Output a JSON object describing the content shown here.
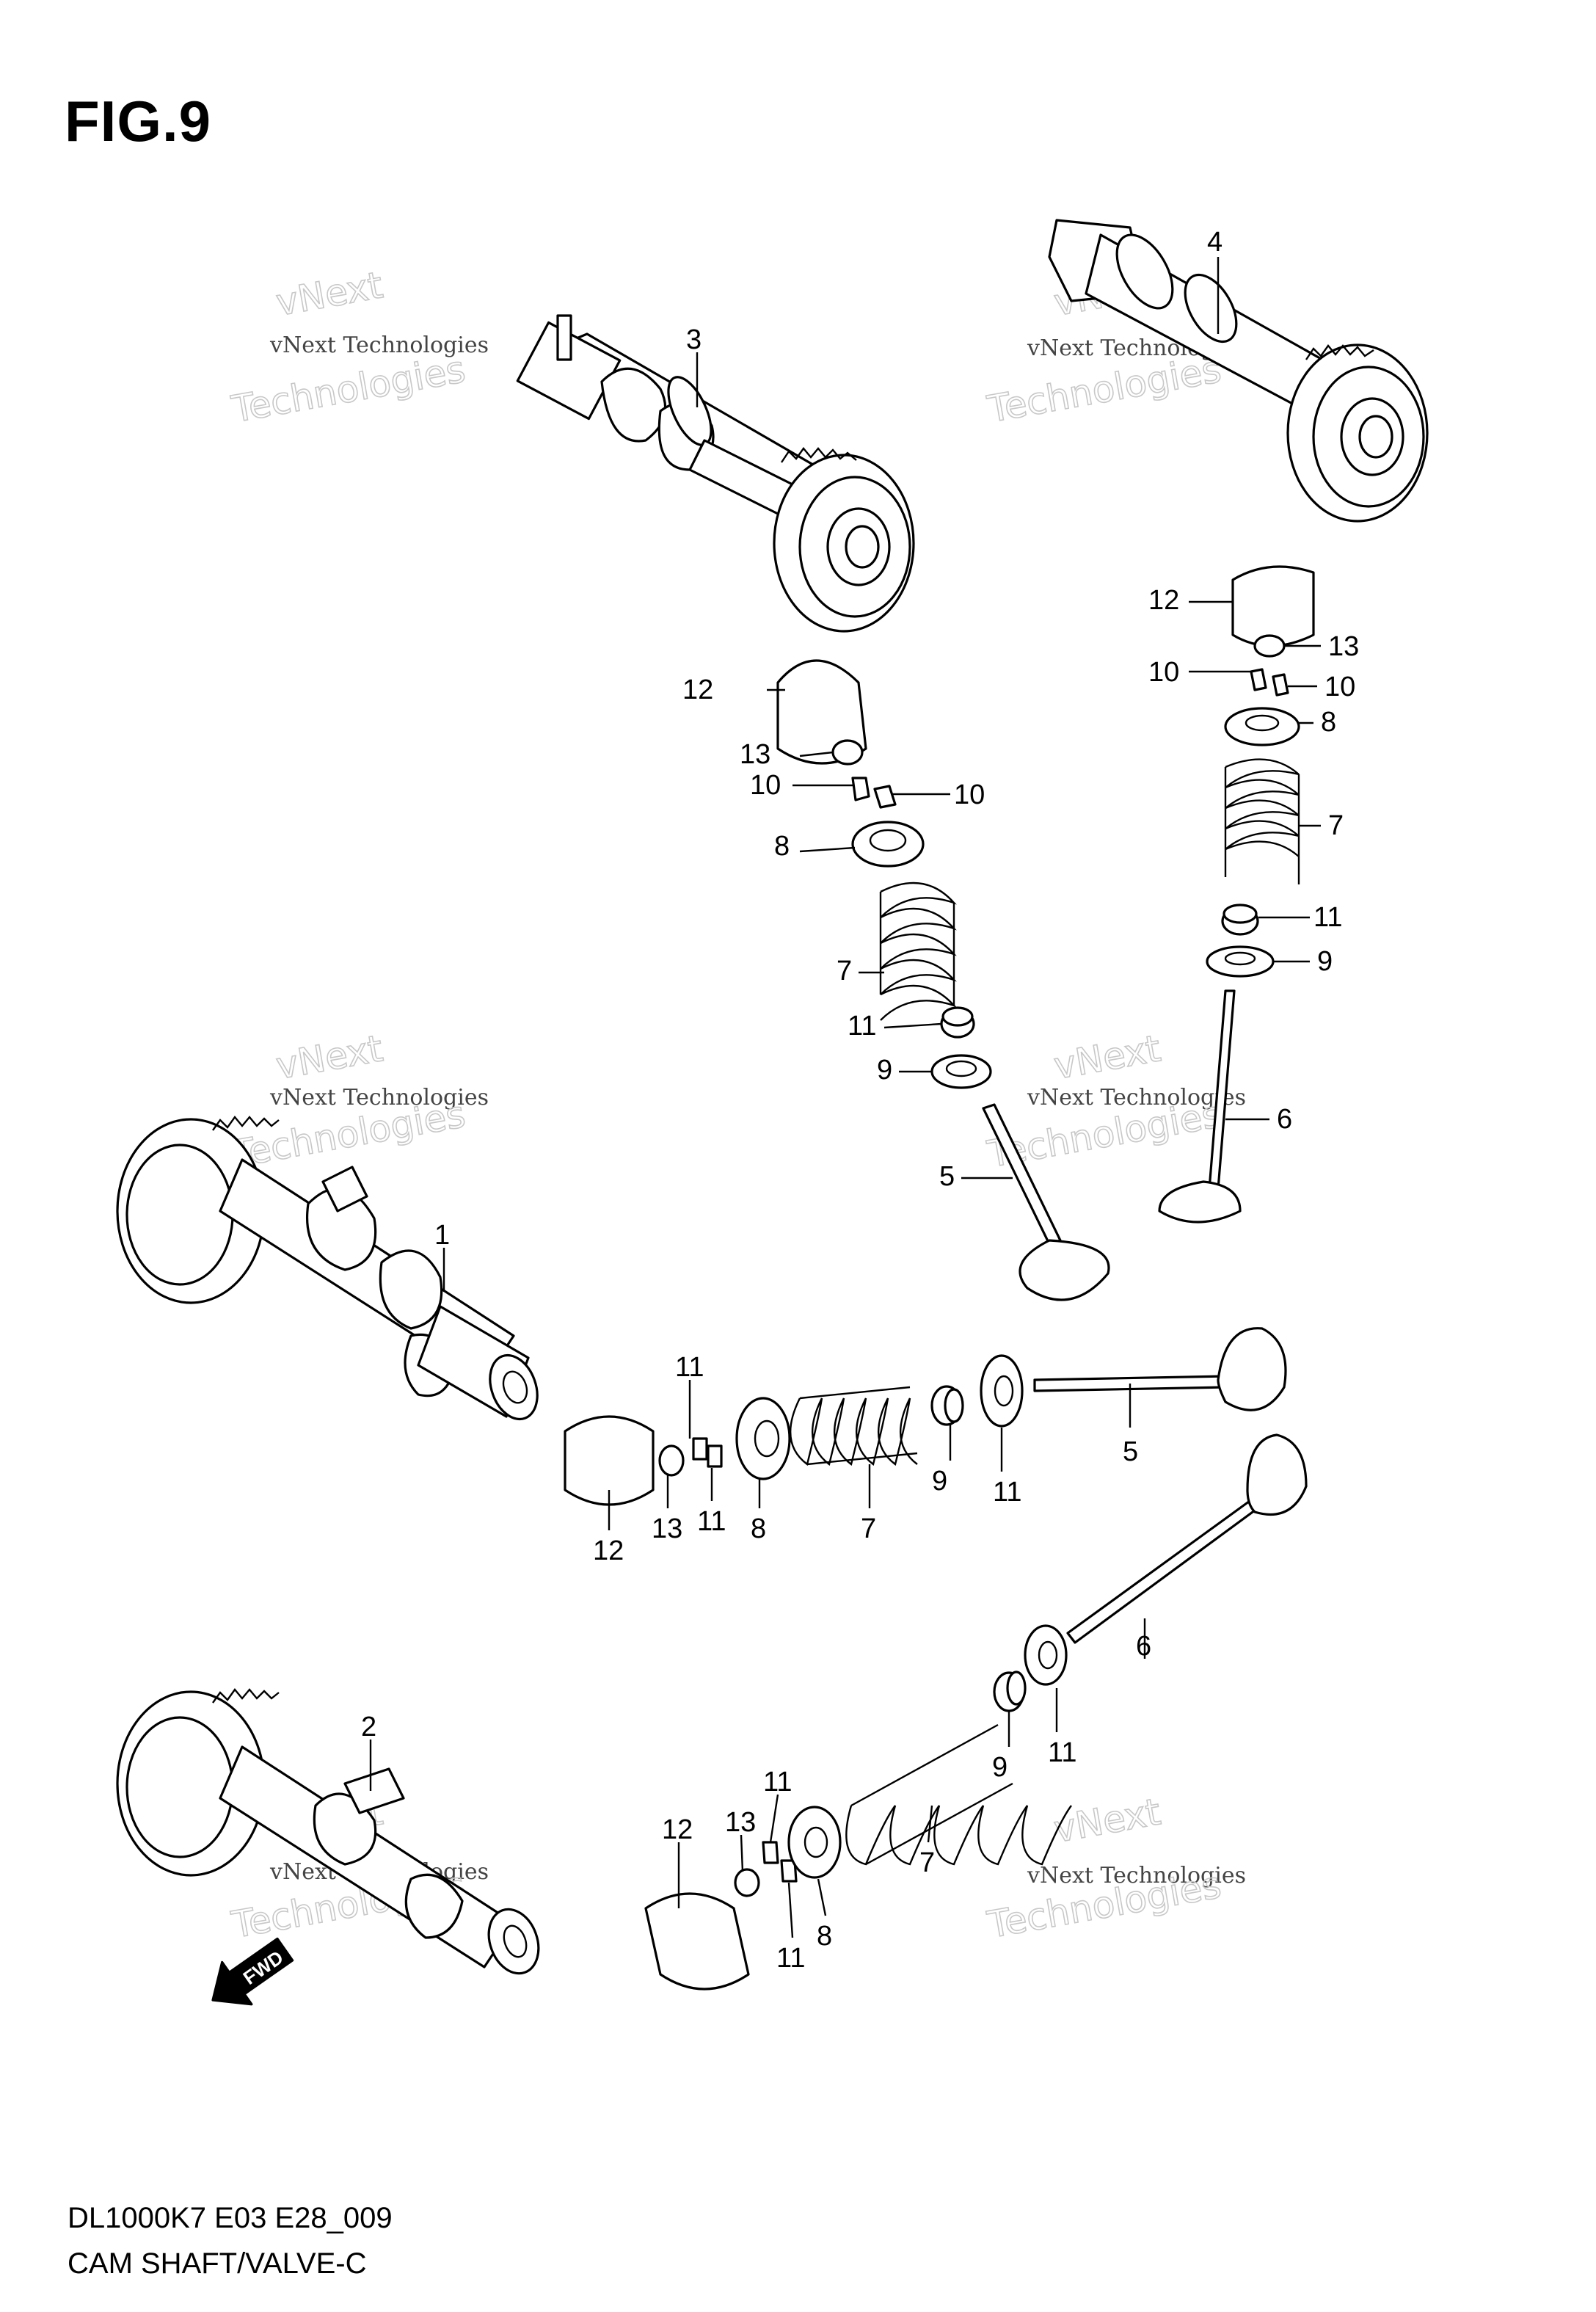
{
  "figure": {
    "title": "FIG.9",
    "code": "DL1000K7  E03  E28_009",
    "caption": "CAM SHAFT/VALVE-C",
    "fwd_label": "FWD"
  },
  "watermark": {
    "line1": "vNext",
    "line2": "vNext Technologies",
    "line3": "Technologies"
  },
  "callouts": [
    {
      "id": "c1",
      "text": "1"
    },
    {
      "id": "c2",
      "text": "2"
    },
    {
      "id": "c3",
      "text": "3"
    },
    {
      "id": "c4",
      "text": "4"
    },
    {
      "id": "c5a",
      "text": "5"
    },
    {
      "id": "c5b",
      "text": "5"
    },
    {
      "id": "c6a",
      "text": "6"
    },
    {
      "id": "c6b",
      "text": "6"
    },
    {
      "id": "c7a",
      "text": "7"
    },
    {
      "id": "c7b",
      "text": "7"
    },
    {
      "id": "c7c",
      "text": "7"
    },
    {
      "id": "c7d",
      "text": "7"
    },
    {
      "id": "c8a",
      "text": "8"
    },
    {
      "id": "c8b",
      "text": "8"
    },
    {
      "id": "c8c",
      "text": "8"
    },
    {
      "id": "c8d",
      "text": "8"
    },
    {
      "id": "c9a",
      "text": "9"
    },
    {
      "id": "c9b",
      "text": "9"
    },
    {
      "id": "c9c",
      "text": "9"
    },
    {
      "id": "c9d",
      "text": "9"
    },
    {
      "id": "c10a",
      "text": "10"
    },
    {
      "id": "c10b",
      "text": "10"
    },
    {
      "id": "c10c",
      "text": "10"
    },
    {
      "id": "c10d",
      "text": "10"
    },
    {
      "id": "c11a",
      "text": "11"
    },
    {
      "id": "c11b",
      "text": "11"
    },
    {
      "id": "c11c",
      "text": "11"
    },
    {
      "id": "c11d",
      "text": "11"
    },
    {
      "id": "c11e",
      "text": "11"
    },
    {
      "id": "c11f",
      "text": "11"
    },
    {
      "id": "c11g",
      "text": "11"
    },
    {
      "id": "c12a",
      "text": "12"
    },
    {
      "id": "c12b",
      "text": "12"
    },
    {
      "id": "c12c",
      "text": "12"
    },
    {
      "id": "c12d",
      "text": "12"
    },
    {
      "id": "c13a",
      "text": "13"
    },
    {
      "id": "c13b",
      "text": "13"
    },
    {
      "id": "c13c",
      "text": "13"
    },
    {
      "id": "c13d",
      "text": "13"
    }
  ]
}
